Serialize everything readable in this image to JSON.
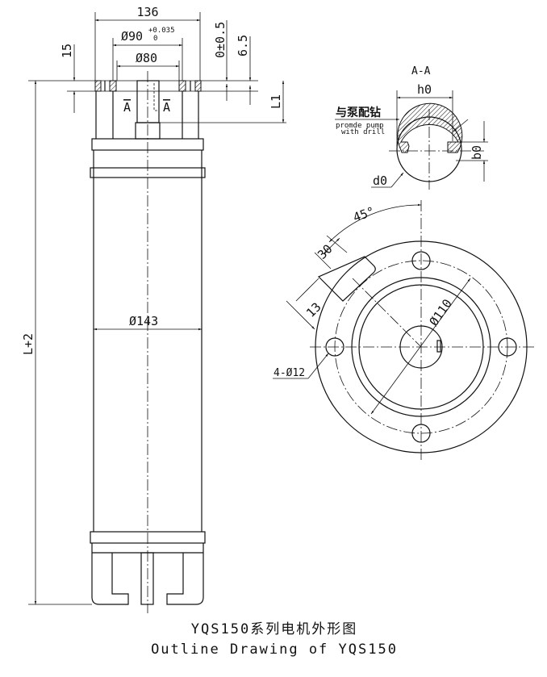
{
  "dimensions": {
    "flange_width": "136",
    "spigot_diameter": "Ø90",
    "spigot_tol_upper": "+0.035",
    "spigot_tol_lower": "0",
    "inner_diameter": "Ø80",
    "flange_thickness": "15",
    "offset": "0±0.5",
    "step": "6.5",
    "shaft_length": "L1",
    "total_length": "L+2",
    "body_diameter": "Ø143",
    "section_mark_left": "A",
    "section_mark_right": "A"
  },
  "section": {
    "title": "A-A",
    "h0": "h0",
    "b0": "b0",
    "d0": "d0",
    "note_cn": "与泵配钻",
    "note_en_1": "promde pump",
    "note_en_2": "with drill"
  },
  "end_view": {
    "angle": "45°",
    "tab_width": "30",
    "tab_offset": "13",
    "pcd": "Ø110",
    "holes": "4-Ø12"
  },
  "title": {
    "cn": "YQS150系列电机外形图",
    "en": "Outline Drawing of YQS150"
  }
}
